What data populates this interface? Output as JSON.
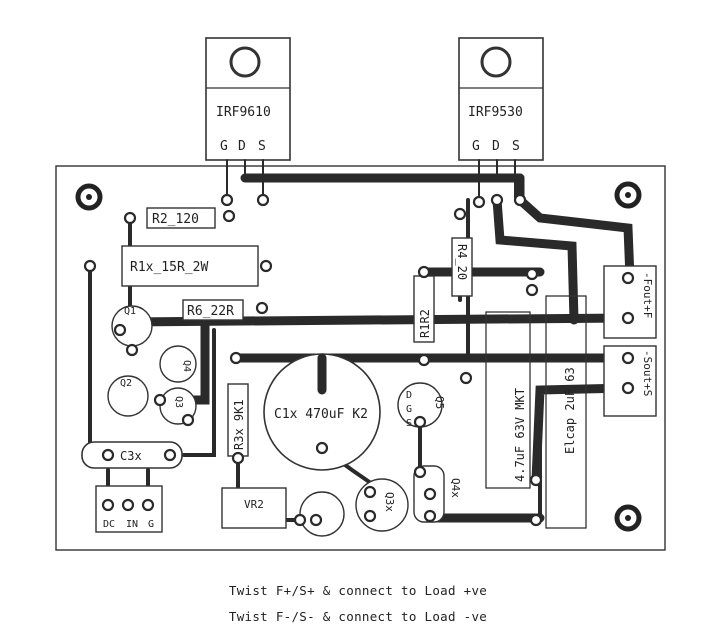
{
  "components": {
    "mosfet_left": {
      "name": "IRF9610",
      "pins": [
        "G",
        "D",
        "S"
      ]
    },
    "mosfet_right": {
      "name": "IRF9530",
      "pins": [
        "G",
        "D",
        "S"
      ]
    },
    "r2": "R2_120",
    "r1x": "R1x_15R_2W",
    "r6": "R6_22R",
    "r4": "R4_20",
    "r1r2": "R1R2",
    "r3x": "R3x 9K1",
    "c1x": "C1x 470uF K2",
    "c3x": "C3x",
    "vr2": "VR2",
    "q1": "Q1",
    "q2": "Q2",
    "q3": "Q3",
    "q4": "Q4",
    "q4x": "Q4x",
    "q5": "Q5",
    "q3x": "Q3x",
    "q5_pins": [
      "D",
      "G",
      "S"
    ],
    "cap_mkt": "4.7uF 63V MKT",
    "elcap": "Elcap 2uF 63",
    "connector_force": "-Fout+F",
    "connector_sense": "-Sout+S",
    "connector_input": [
      "DC",
      "IN",
      "G"
    ]
  },
  "notes": {
    "line1": "Twist F+/S+ & connect to Load +ve",
    "line2": "Twist F-/S-  & connect to Load -ve"
  }
}
